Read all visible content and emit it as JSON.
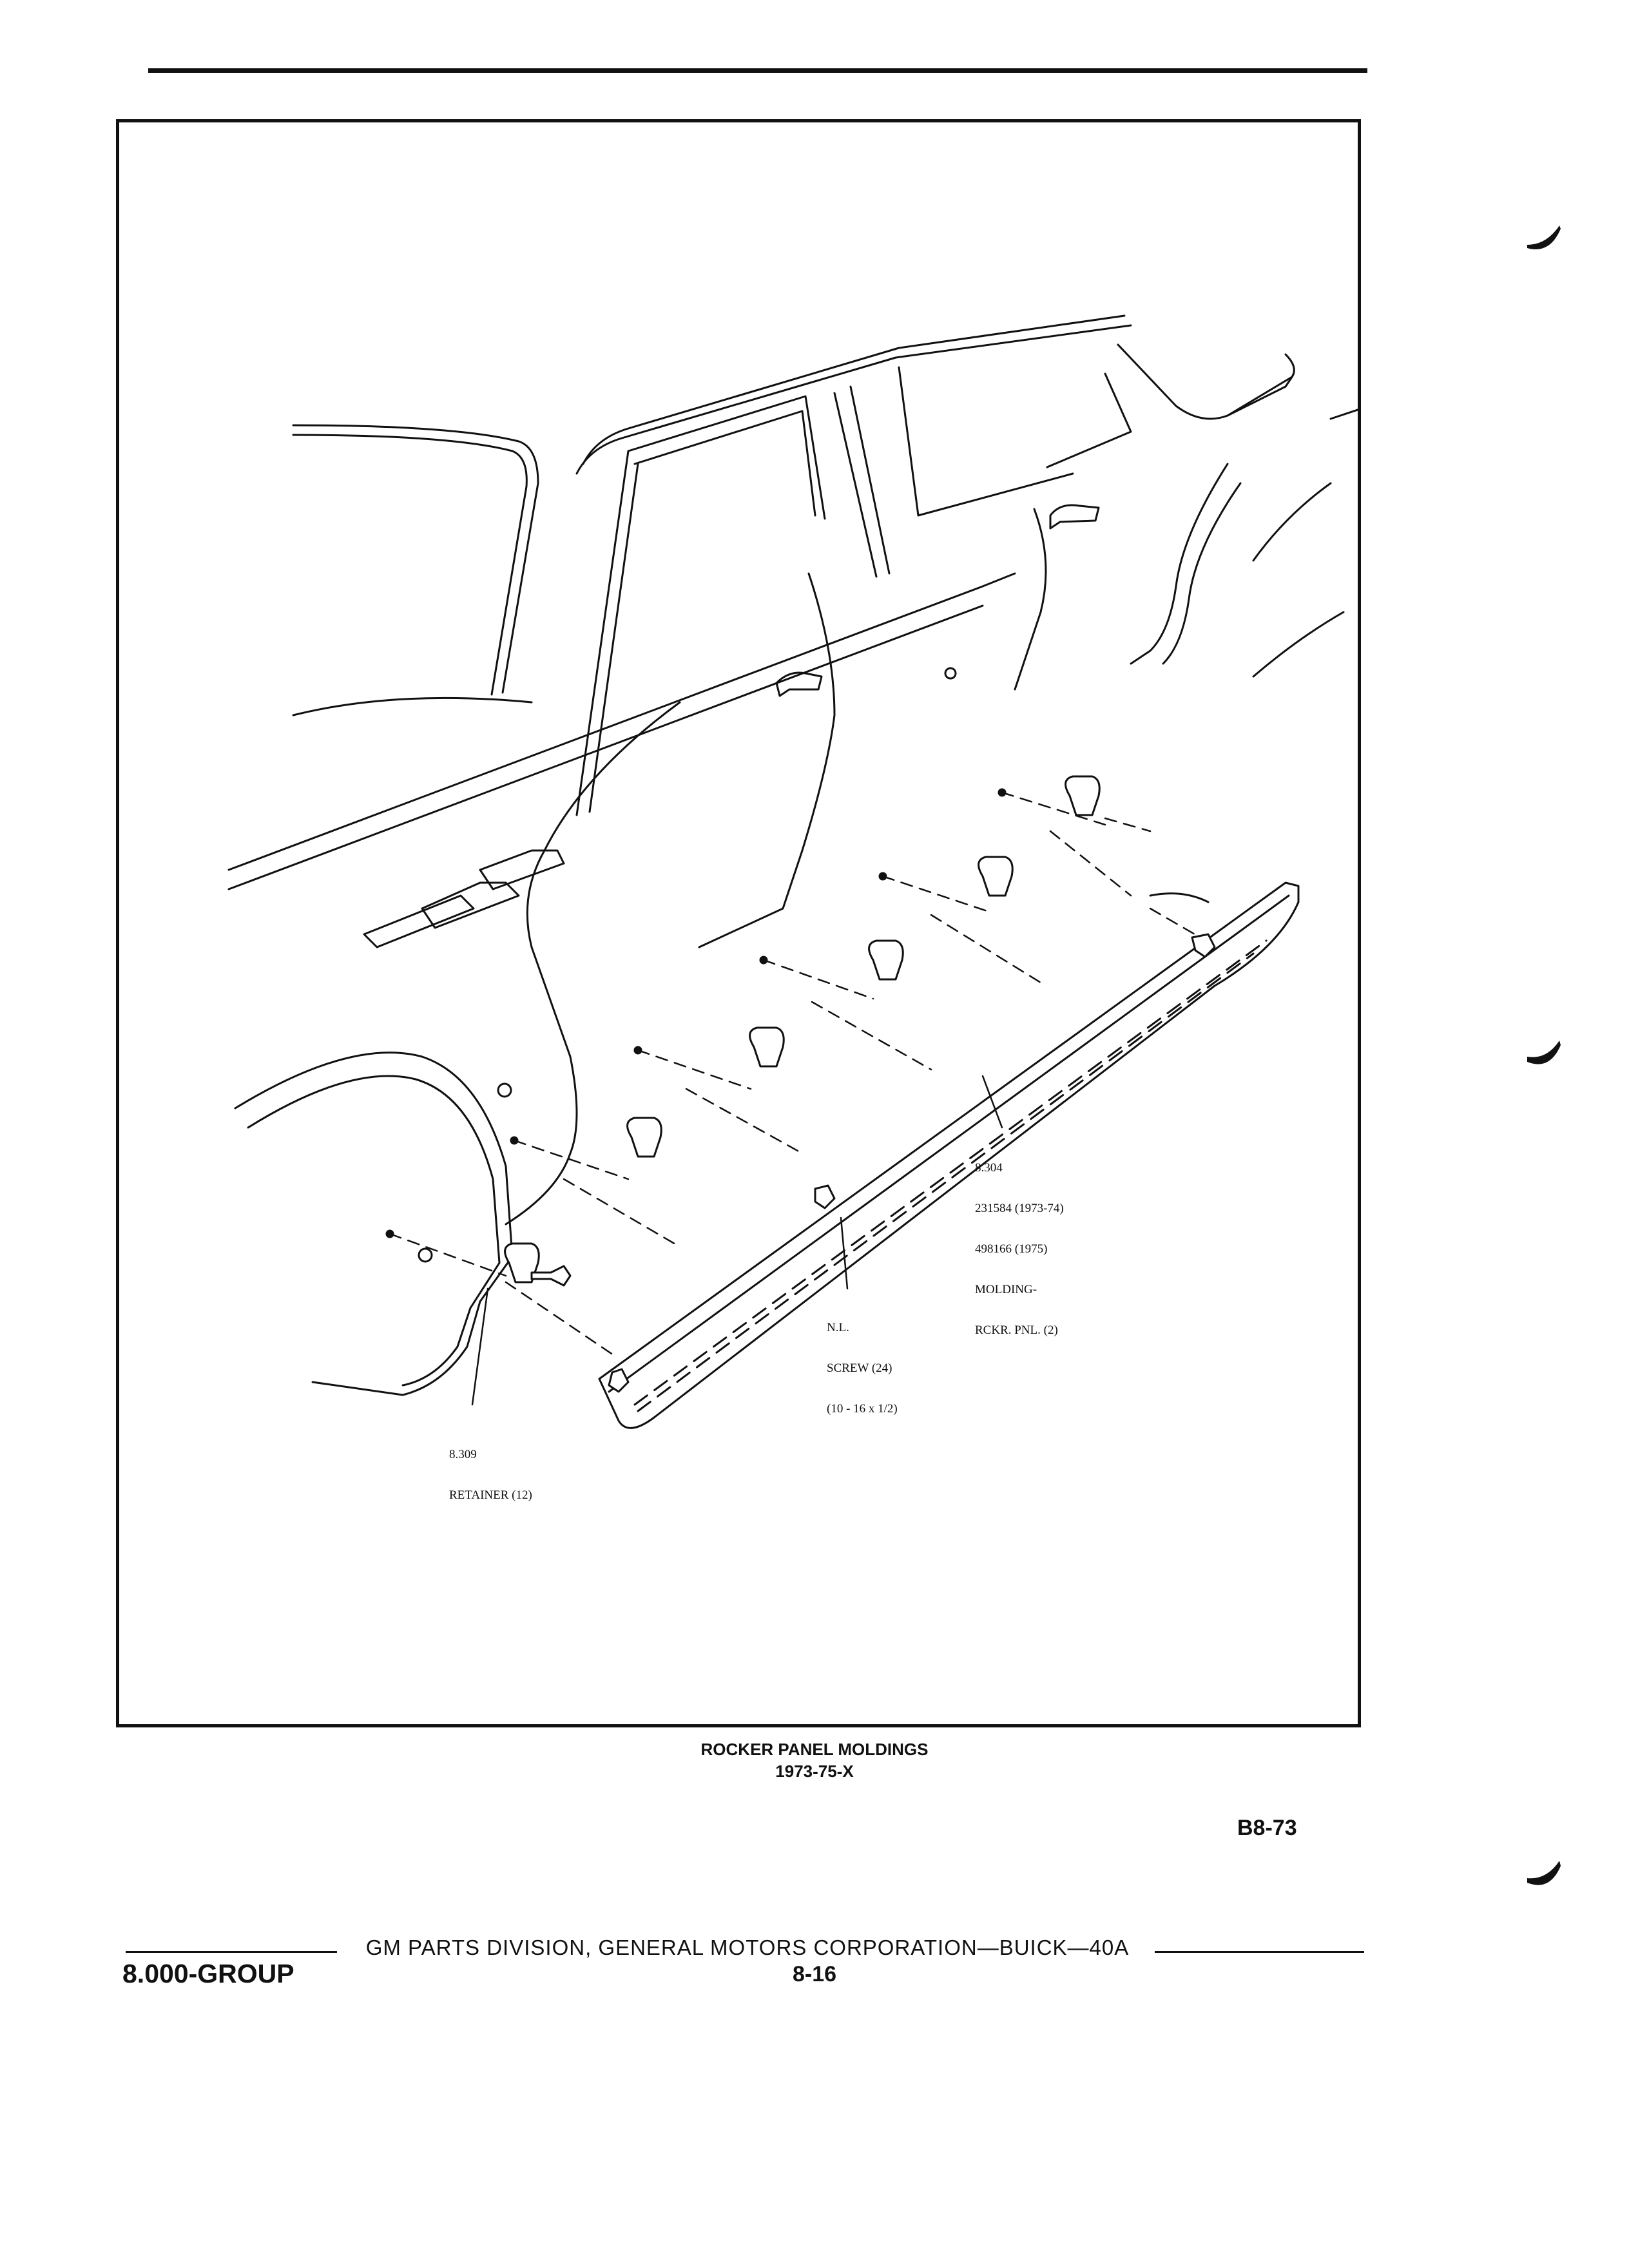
{
  "figure": {
    "callouts": [
      {
        "part": "8.304",
        "line2": "231584 (1973-74)",
        "line3": "498166 (1975)",
        "line4": "MOLDING-",
        "line5": "RCKR. PNL. (2)"
      },
      {
        "part": "N.L.",
        "line2": "SCREW (24)",
        "line3": "(10 - 16 x 1/2)"
      },
      {
        "part": "8.309",
        "line2": "RETAINER (12)"
      }
    ]
  },
  "caption": {
    "title": "ROCKER PANEL MOLDINGS",
    "subtitle": "1973-75-X"
  },
  "figure_code": "B8-73",
  "footer": {
    "publisher": "GM PARTS DIVISION, GENERAL MOTORS CORPORATION—BUICK—40A",
    "group": "8.000-GROUP",
    "page": "8-16"
  }
}
